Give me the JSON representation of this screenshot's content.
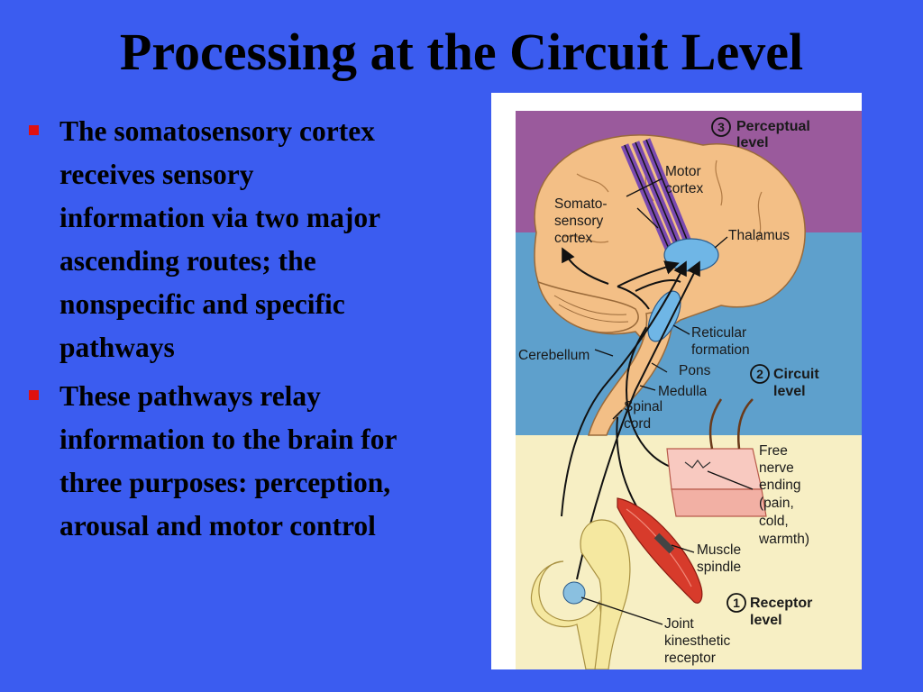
{
  "slide": {
    "title": "Processing at the Circuit Level",
    "bullets": [
      "The somatosensory cortex receives sensory information via two major ascending routes; the nonspecific and specific pathways",
      "These pathways relay information to the brain for three purposes: perception, arousal and motor control"
    ]
  },
  "figure": {
    "levels": {
      "perceptual": {
        "number": "3",
        "line1": "Perceptual",
        "line2": "level"
      },
      "circuit": {
        "number": "2",
        "line1": "Circuit",
        "line2": "level"
      },
      "receptor": {
        "number": "1",
        "line1": "Receptor",
        "line2": "level"
      }
    },
    "labels": {
      "motor_cortex": [
        "Motor",
        "cortex"
      ],
      "somatosensory_cortex": [
        "Somato-",
        "sensory",
        "cortex"
      ],
      "thalamus": "Thalamus",
      "reticular_formation": [
        "Reticular",
        "formation"
      ],
      "cerebellum": "Cerebellum",
      "pons": "Pons",
      "medulla": "Medulla",
      "spinal_cord": [
        "Spinal",
        "cord"
      ],
      "free_nerve_ending": [
        "Free",
        "nerve",
        "ending",
        "(pain,",
        "cold,",
        "warmth)"
      ],
      "muscle_spindle": [
        "Muscle",
        "spindle"
      ],
      "joint_receptor": [
        "Joint",
        "kinesthetic",
        "receptor"
      ]
    },
    "colors": {
      "perceptual_band": "#9a5a9c",
      "circuit_band": "#5ea0cc",
      "receptor_band": "#f7efc4",
      "brain": "#f3bf86",
      "pathway": "#7a4ab0",
      "muscle": "#d73b2b"
    }
  }
}
